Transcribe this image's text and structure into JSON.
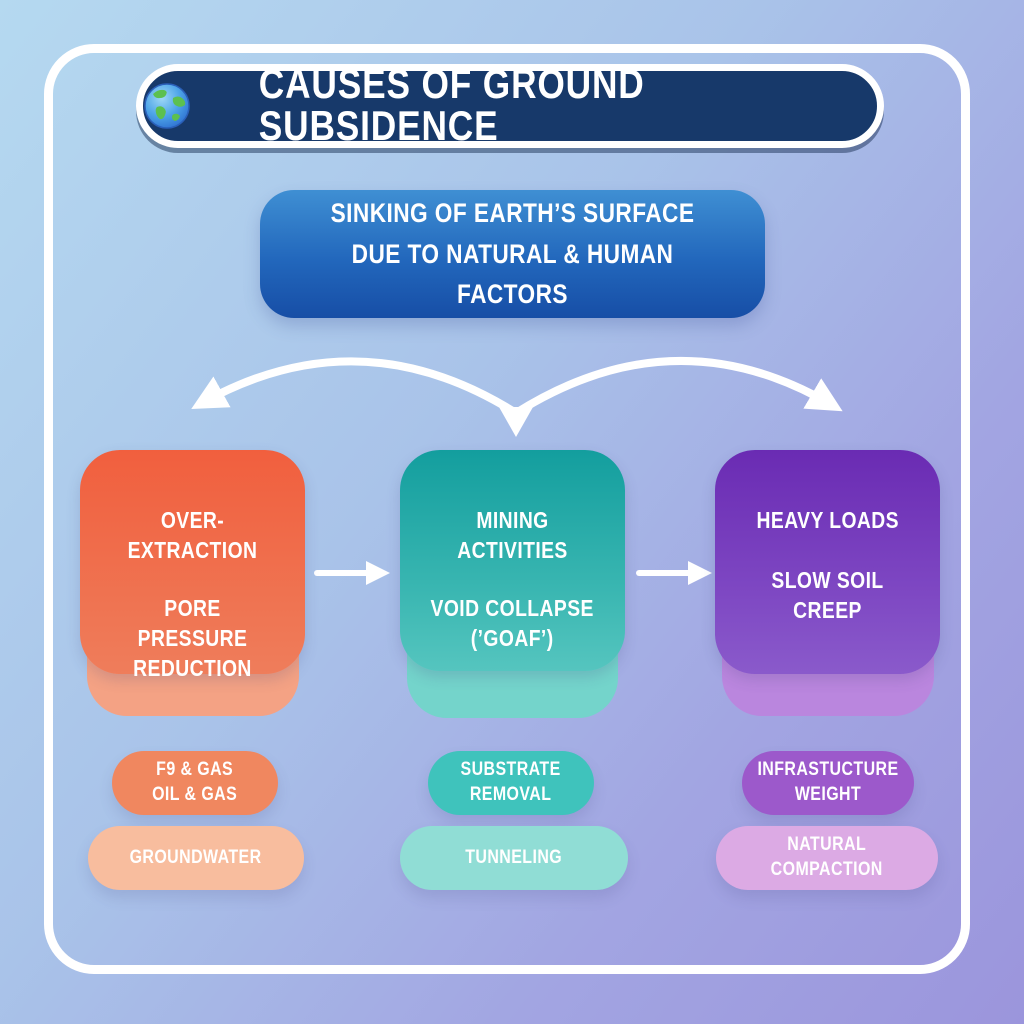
{
  "title_bar": {
    "title": "CAUSES OF GROUND SUBSIDENCE",
    "icon": "globe-icon",
    "background": "#17396a"
  },
  "definition_box": {
    "text": "SINKING OF EARTH’S SURFACE\nDUE TO NATURAL & HUMAN FACTORS",
    "background_top": "#3f8fd3",
    "background_bottom": "#174ea6"
  },
  "cards": [
    {
      "title": "OVER-EXTRACTION",
      "subtitle": "PORE PRESSURE\nREDUCTION",
      "color": "#f1603f",
      "pedestal_color": "#f4a284",
      "tags": [
        {
          "label": "F9 & GAS\nOIL & GAS",
          "color": "#f0875f"
        },
        {
          "label": "GROUNDWATER",
          "color": "#f8bd9e"
        }
      ]
    },
    {
      "title": "MINING ACTIVITIES",
      "subtitle": "VOID COLLAPSE\n(’GOAF’)",
      "color": "#139e9e",
      "pedestal_color": "#74d4cb",
      "tags": [
        {
          "label": "SUBSTRATE\nREMOVAL",
          "color": "#3fc3bc"
        },
        {
          "label": "TUNNELING",
          "color": "#90ddd5"
        }
      ]
    },
    {
      "title": "HEAVY LOADS",
      "subtitle": "SLOW SOIL CREEP",
      "color": "#6a2bb3",
      "pedestal_color": "#ba86de",
      "tags": [
        {
          "label": "INFRASTUCTURE\nWEIGHT",
          "color": "#9c59cb"
        },
        {
          "label": "NATURAL\nCOMPACTION",
          "color": "#dcaae4"
        }
      ]
    }
  ],
  "canvas": {
    "background_top_left": "#b5d9f0",
    "background_bottom_right": "#9b95dc",
    "frame_color": "#ffffff",
    "arrow_color": "#ffffff"
  }
}
